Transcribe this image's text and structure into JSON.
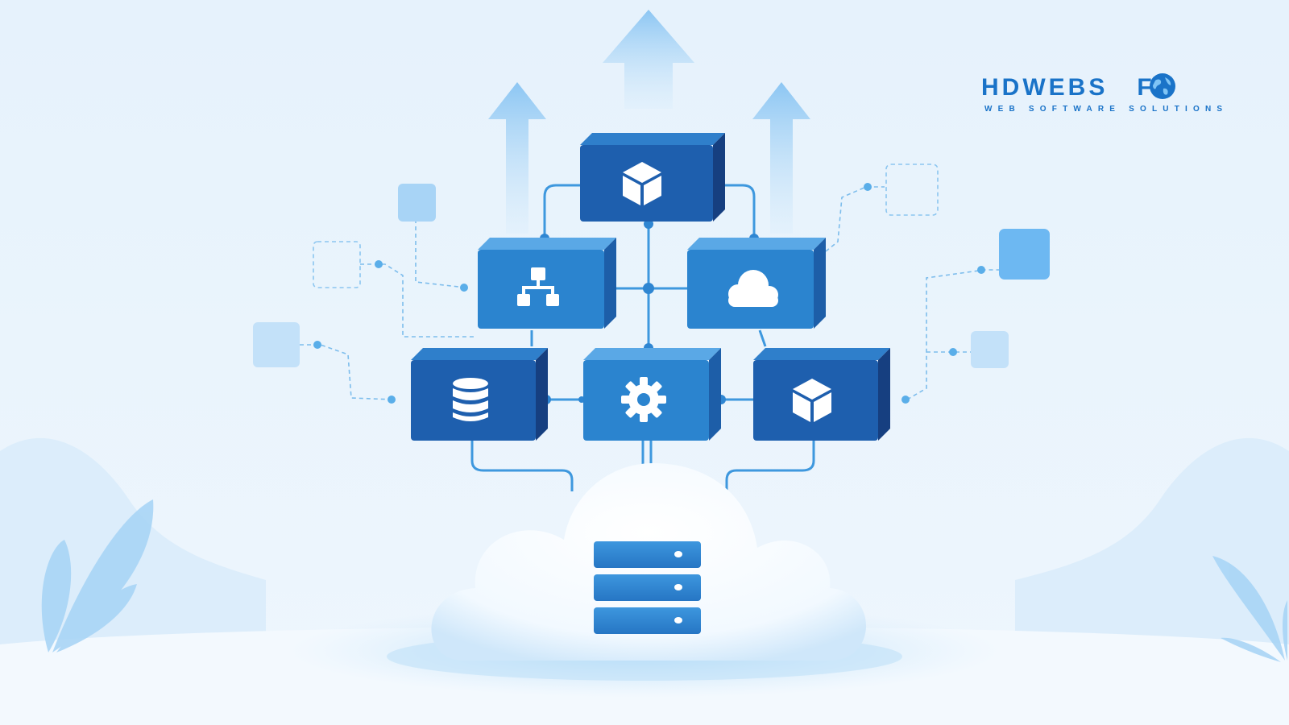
{
  "brand": {
    "name_left": "HDWEBS",
    "name_right": "FT",
    "tagline": "WEB SOFTWARE SOLUTIONS",
    "color": "#1a73c8"
  },
  "palette": {
    "background": "#e9f4fd",
    "block_dark": "#1e5fae",
    "block_mid": "#2b84cf",
    "connector": "#4fa7e6",
    "arrow": "#8ec8f4",
    "cloud": "#ffffff"
  },
  "icons": {
    "top_block": "cube-icon",
    "mid_left_block": "hierarchy-icon",
    "mid_right_block": "cloud-icon",
    "bottom_left_block": "database-icon",
    "bottom_center_block": "gear-icon",
    "bottom_right_block": "cube-icon",
    "cloud_center": "server-rack-icon",
    "globe": "globe-icon"
  }
}
